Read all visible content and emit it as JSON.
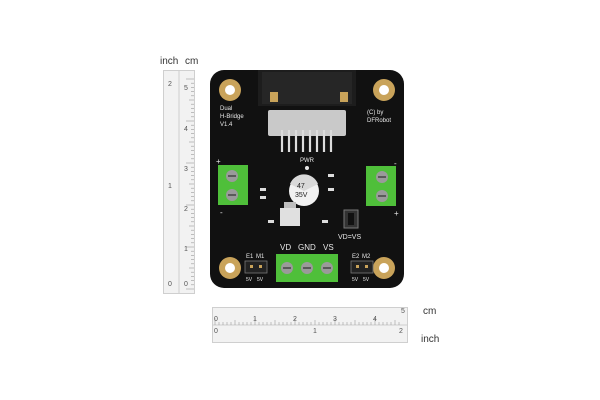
{
  "ruler": {
    "vertical_units": {
      "inch": "inch",
      "cm": "cm"
    },
    "horizontal_units": {
      "cm": "cm",
      "inch": "inch"
    },
    "v_inch_ticks": [
      "2",
      "1",
      "0"
    ],
    "v_cm_ticks": [
      "5",
      "4",
      "3",
      "2",
      "1",
      "0"
    ],
    "h_cm_ticks": [
      "0",
      "1",
      "2",
      "3",
      "4",
      "5"
    ],
    "h_inch_ticks": [
      "0",
      "1",
      "2"
    ]
  },
  "board": {
    "name_lines": [
      "Dual",
      "H-Bridge",
      "V1.4"
    ],
    "copyright_lines": [
      "(C) by",
      "DFRobot"
    ],
    "pwr_label": "PWR",
    "capacitor_lines": [
      "47",
      "35V"
    ],
    "jumper_label": "VD=VS",
    "power_terminal_labels": [
      "VD",
      "GND",
      "VS"
    ],
    "left_header_labels": [
      "E1",
      "M1"
    ],
    "right_header_labels": [
      "E2",
      "M2"
    ],
    "left_header_voltage": [
      "5V",
      "5V"
    ],
    "right_header_voltage": [
      "5V",
      "5V"
    ],
    "plus_sign": "+",
    "minus_sign": "-",
    "colors": {
      "pcb": "#111111",
      "terminal": "#4fbf3a",
      "mount_hole": "#c9a35a",
      "heatsink": "#bfbfbf"
    }
  }
}
